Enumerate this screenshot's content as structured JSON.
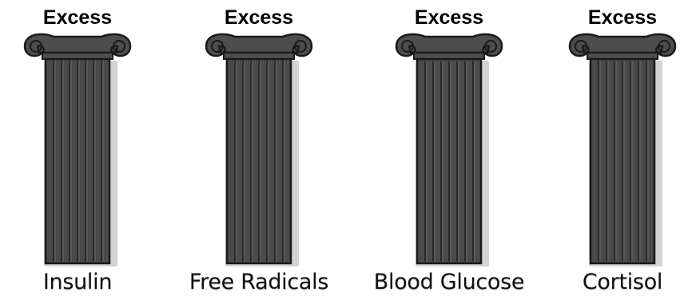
{
  "pillars": [
    {
      "top_label": "Excess",
      "bottom_label": "Insulin"
    },
    {
      "top_label": "Excess",
      "bottom_label": "Free Radicals"
    },
    {
      "top_label": "Excess",
      "bottom_label": "Blood Glucose"
    },
    {
      "top_label": "Excess",
      "bottom_label": "Cortisol"
    }
  ],
  "colors": {
    "column_fill": "#4a4a4a",
    "column_outline": "#1a1a1a",
    "flute_line": "#2a2a2a",
    "capital_fill": "#4d4d4d",
    "shadow": "#a8a8a8"
  }
}
